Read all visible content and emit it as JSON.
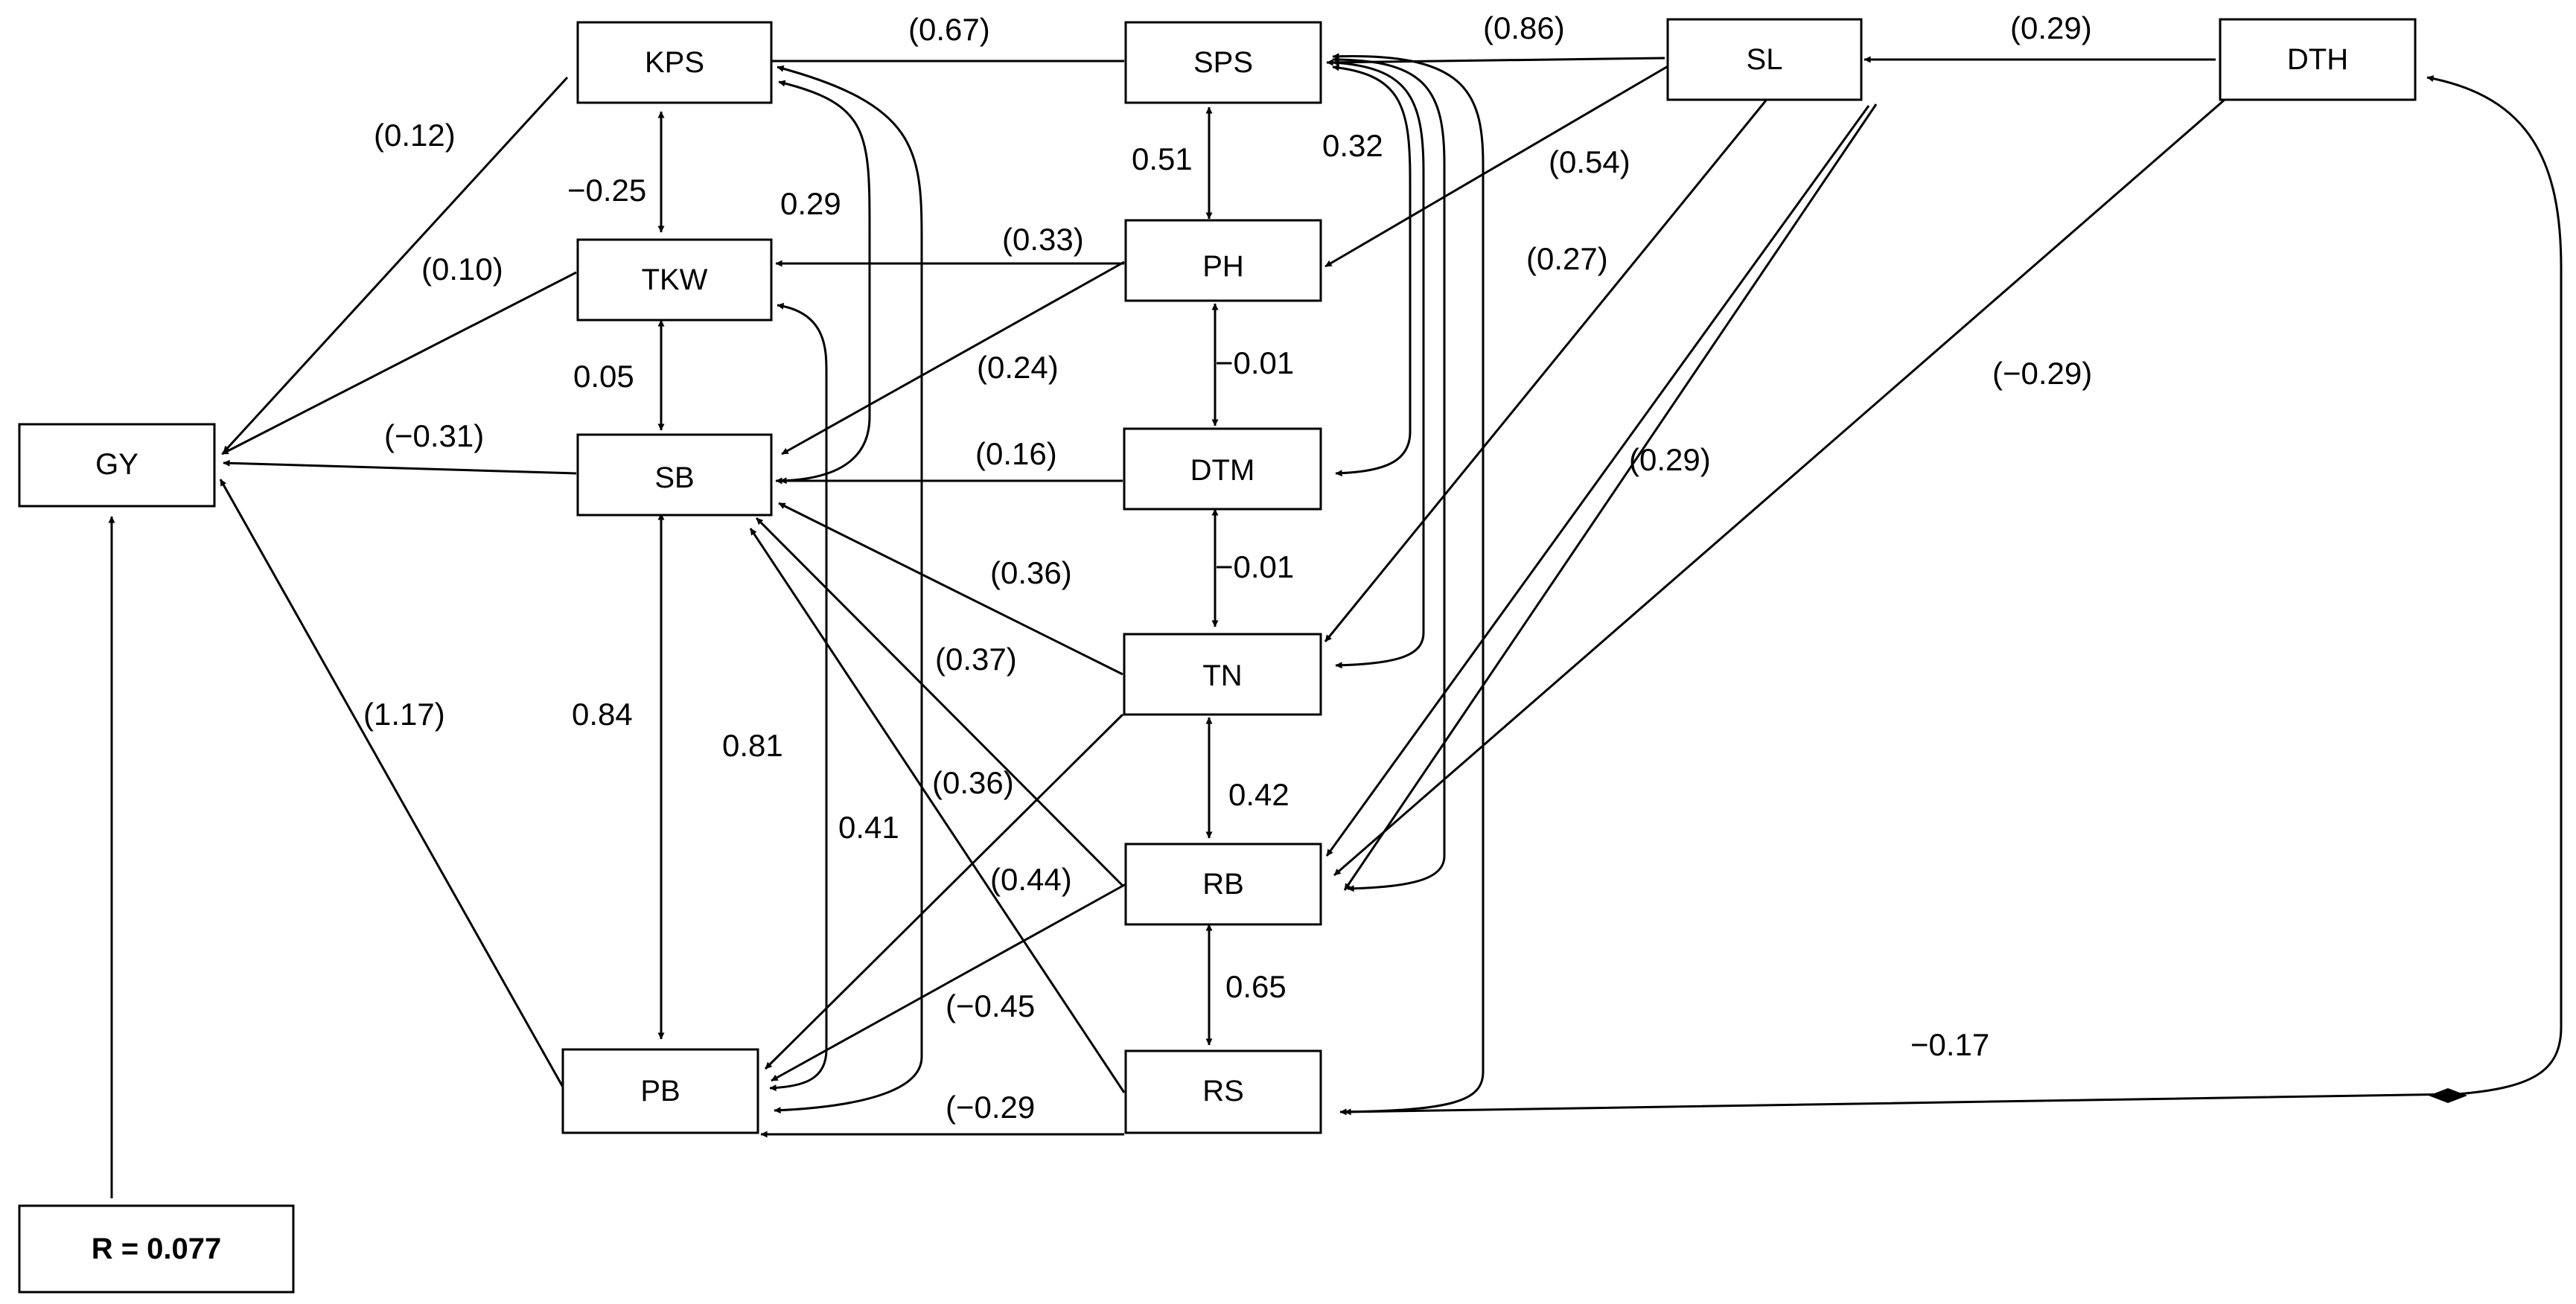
{
  "nodes": {
    "kps": "KPS",
    "sps": "SPS",
    "sl": "SL",
    "dth": "DTH",
    "tkw": "TKW",
    "ph": "PH",
    "gy": "GY",
    "sb": "SB",
    "dtm": "DTM",
    "tn": "TN",
    "rb": "RB",
    "pb": "PB",
    "rs": "RS"
  },
  "residual": "R = 0.077",
  "labels": {
    "sps_kps": "(0.67)",
    "sl_sps": "(0.86)",
    "dth_sl": "(0.29)",
    "kps_gy": "(0.12)",
    "kps_tkw": "−0.25",
    "kps_sb": "0.29",
    "sps_ph": "0.51",
    "sps_dtm": "0.32",
    "sl_ph": "(0.54)",
    "tkw_gy": "(0.10)",
    "ph_tkw": "(0.33)",
    "sl_tn": "(0.27)",
    "ph_dtm": "−0.01",
    "tkw_sb": "0.05",
    "ph_sb": "(0.24)",
    "dth_rb": "(−0.29)",
    "sb_gy": "(−0.31)",
    "dtm_sb": "(0.16)",
    "sl_rb": "(0.29)",
    "tn_sb": "(0.36)",
    "dtm_tn": "−0.01",
    "rb_sb": "(0.37)",
    "pb_gy": "(1.17)",
    "sb_pb": "0.84",
    "tkw_pb": "0.81",
    "tn_pb": "(0.36)",
    "tn_rb": "0.42",
    "kps_pb": "0.41",
    "rb_pb": "(0.44)",
    "rb_rs": "0.65",
    "rs_sb": "(−0.45",
    "dth_rs": "−0.17",
    "rs_pb": "(−0.29"
  }
}
